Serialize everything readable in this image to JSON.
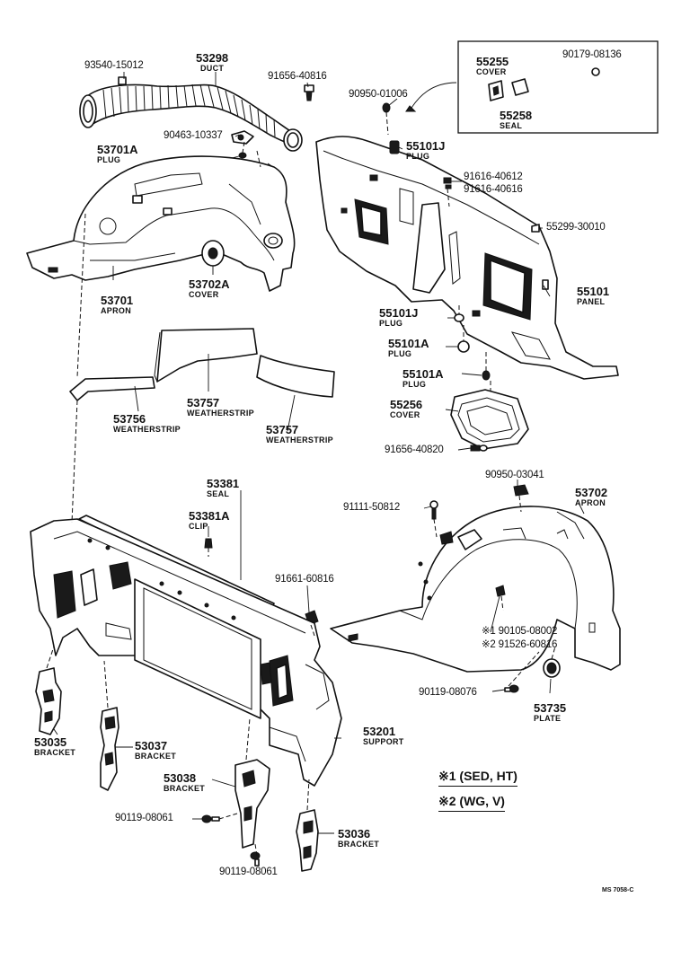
{
  "parts": {
    "p93540": {
      "number": "93540-15012"
    },
    "p53298": {
      "number": "53298",
      "name": "DUCT"
    },
    "p91656a": {
      "number": "91656-40816"
    },
    "p90463": {
      "number": "90463-10337"
    },
    "p53701A": {
      "number": "53701A",
      "name": "PLUG"
    },
    "p53701": {
      "number": "53701",
      "name": "APRON"
    },
    "p53702A": {
      "number": "53702A",
      "name": "COVER"
    },
    "p55255": {
      "number": "55255",
      "name": "COVER"
    },
    "p90179": {
      "number": "90179-08136"
    },
    "p55258": {
      "number": "55258",
      "name": "SEAL"
    },
    "p90950a": {
      "number": "90950-01006"
    },
    "p55101Ja": {
      "number": "55101J",
      "name": "PLUG"
    },
    "p91616a": {
      "number": "91616-40612"
    },
    "p91616b": {
      "number": "91616-40616"
    },
    "p55299": {
      "number": "55299-30010"
    },
    "p55101": {
      "number": "55101",
      "name": "PANEL"
    },
    "p55101Jb": {
      "number": "55101J",
      "name": "PLUG"
    },
    "p55101Aa": {
      "number": "55101A",
      "name": "PLUG"
    },
    "p55101Ab": {
      "number": "55101A",
      "name": "PLUG"
    },
    "p55256": {
      "number": "55256",
      "name": "COVER"
    },
    "p91656b": {
      "number": "91656-40820"
    },
    "p53757a": {
      "number": "53757",
      "name": "WEATHERSTRIP"
    },
    "p53757b": {
      "number": "53757",
      "name": "WEATHERSTRIP"
    },
    "p53756": {
      "number": "53756",
      "name": "WEATHERSTRIP"
    },
    "p53381": {
      "number": "53381",
      "name": "SEAL"
    },
    "p53381A": {
      "number": "53381A",
      "name": "CLIP"
    },
    "p90950b": {
      "number": "90950-03041"
    },
    "p53702": {
      "number": "53702",
      "name": "APRON"
    },
    "p91111": {
      "number": "91111-50812"
    },
    "p91661": {
      "number": "91661-60816"
    },
    "p90105": {
      "number": "※1 90105-08002"
    },
    "p91526": {
      "number": "※2 91526-60816"
    },
    "p90119c": {
      "number": "90119-08076"
    },
    "p53735": {
      "number": "53735",
      "name": "PLATE"
    },
    "p53201": {
      "number": "53201",
      "name": "SUPPORT"
    },
    "p53035": {
      "number": "53035",
      "name": "BRACKET"
    },
    "p53037": {
      "number": "53037",
      "name": "BRACKET"
    },
    "p53038": {
      "number": "53038",
      "name": "BRACKET"
    },
    "p90119a": {
      "number": "90119-08061"
    },
    "p53036": {
      "number": "53036",
      "name": "BRACKET"
    },
    "p90119b": {
      "number": "90119-08061"
    }
  },
  "notes": {
    "n1": "※1 (SED, HT)",
    "n2": "※2 (WG, V)"
  },
  "diagram_code": "MS 7058-C"
}
